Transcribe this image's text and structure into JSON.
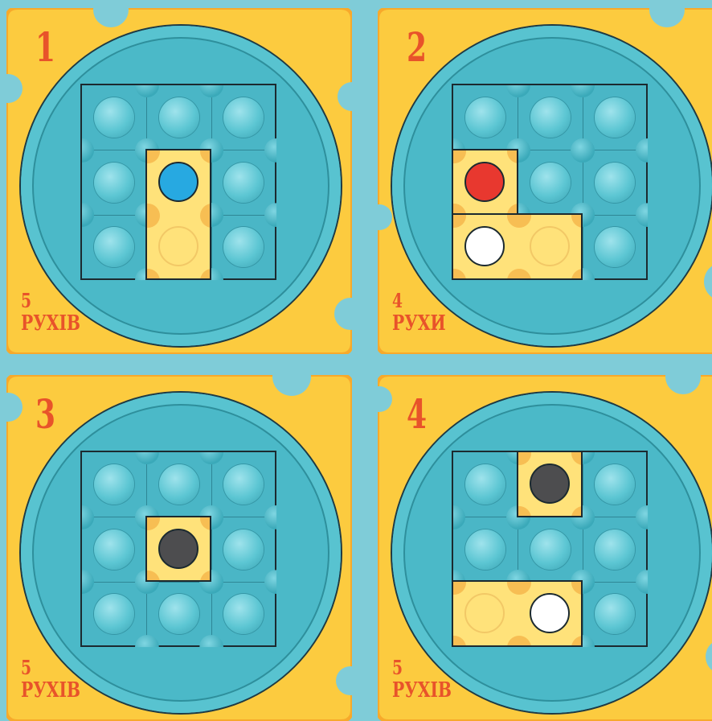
{
  "colors": {
    "background": "#7fccd8",
    "cheese": "#fccb3f",
    "cheese_edge": "#f7a92b",
    "number_text": "#e8532a",
    "disc": "#4bb9c8",
    "piece": "#ffe27a",
    "ball_blue": "#27a9e1",
    "ball_red": "#e8382f",
    "ball_white": "#ffffff",
    "ball_dark": "#4d4d4f"
  },
  "puzzles": [
    {
      "number": "1",
      "moves_count": "5",
      "moves_word": "РУХІВ",
      "pieces": [
        {
          "col": 1,
          "row": 1,
          "w": 1,
          "h": 2,
          "ball": "blue",
          "ball_col": 0,
          "ball_row": 0,
          "hole_col": 0,
          "hole_row": 1
        }
      ]
    },
    {
      "number": "2",
      "moves_count": "4",
      "moves_word": "РУХИ",
      "pieces": [
        {
          "col": 0,
          "row": 1,
          "w": 1,
          "h": 1,
          "ball": "red",
          "ball_col": 0,
          "ball_row": 0
        },
        {
          "col": 0,
          "row": 2,
          "w": 2,
          "h": 1,
          "ball": "white",
          "ball_col": 0,
          "ball_row": 0,
          "hole_col": 1,
          "hole_row": 0
        }
      ]
    },
    {
      "number": "3",
      "moves_count": "5",
      "moves_word": "РУХІВ",
      "pieces": [
        {
          "col": 1,
          "row": 1,
          "w": 1,
          "h": 1,
          "ball": "dark",
          "ball_col": 0,
          "ball_row": 0
        }
      ]
    },
    {
      "number": "4",
      "moves_count": "5",
      "moves_word": "РУХІВ",
      "pieces": [
        {
          "col": 1,
          "row": 0,
          "w": 1,
          "h": 1,
          "ball": "dark",
          "ball_col": 0,
          "ball_row": 0
        },
        {
          "col": 0,
          "row": 2,
          "w": 2,
          "h": 1,
          "ball": "white",
          "ball_col": 1,
          "ball_row": 0,
          "hole_col": 0,
          "hole_row": 0
        }
      ]
    }
  ]
}
